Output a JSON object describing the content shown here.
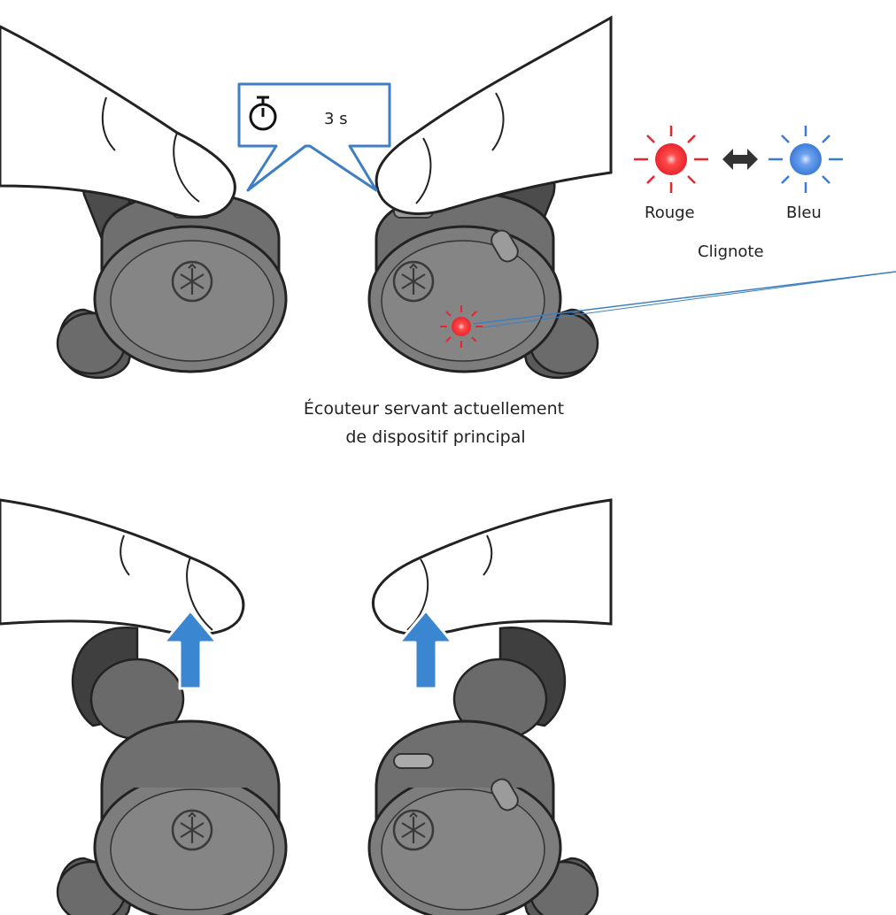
{
  "timer": {
    "icon": "stopwatch-icon",
    "duration": "3 s"
  },
  "legend": {
    "red_label": "Rouge",
    "blue_label": "Bleu",
    "state_label": "Clignote",
    "arrow_icon": "double-arrow-icon"
  },
  "callout": {
    "line1": "Écouteur servant actuellement",
    "line2": "de dispositif principal"
  },
  "colors": {
    "led_red": "#e8262d",
    "led_blue": "#3b7bd8",
    "callout_border": "#3d7fc2",
    "lift_arrow": "#3a86d1",
    "earbud_body": "#6f6f6f",
    "earbud_face": "#828282"
  },
  "icons": [
    "stopwatch-icon",
    "yamaha-logo-icon",
    "led-red-icon",
    "led-blue-icon",
    "up-arrow-icon",
    "finger-icon",
    "earbud-icon"
  ]
}
